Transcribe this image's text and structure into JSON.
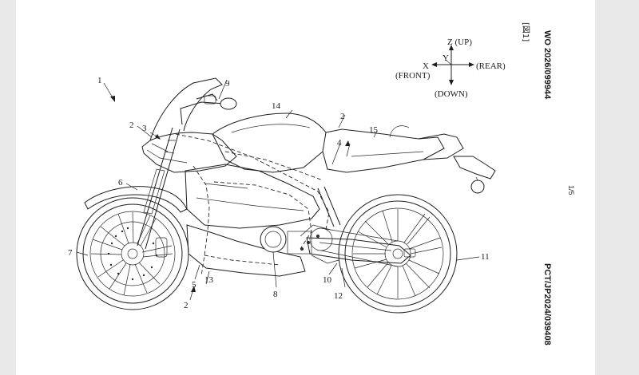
{
  "document": {
    "publication_number": "WO 2026/099944",
    "application_number": "PCT/JP2024/039408",
    "figure_label": "[図1]",
    "page_number": "1/5"
  },
  "axes": {
    "z": "Z (UP)",
    "x": "X",
    "y": "Y",
    "front": "(FRONT)",
    "rear": "(REAR)",
    "down": "(DOWN)"
  },
  "reference_numerals": {
    "motorcycle": "1",
    "frame_front": "2",
    "frame_front_arrow": "3",
    "frame_center": "2",
    "frame_bottom": "2",
    "frame_arrow": "4",
    "front_fender": "6",
    "front_wheel": "7",
    "motor": "8",
    "handlebar": "9",
    "swingarm": "10",
    "rear_wheel": "11",
    "chain": "12",
    "lower_cowl": "13",
    "tank": "14",
    "seat": "15",
    "frame_lower": "5"
  },
  "colors": {
    "line": "#1e1e1e",
    "paper": "#ffffff",
    "margin": "#e9e9e9"
  }
}
